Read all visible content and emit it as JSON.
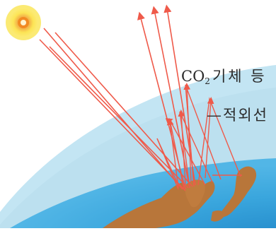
{
  "labels": {
    "gas": {
      "prefix": "CO",
      "subscript": "2",
      "suffix": "기체  등"
    },
    "infrared": "—적외선"
  },
  "colors": {
    "sky": "#ffffff",
    "atmosphere": "#bfe3f2",
    "atmosphere_edge": "#a9d8ec",
    "ocean": "#2f9fd9",
    "land": "#b8763a",
    "ray": "#ef5a4a",
    "sun_core": "#f08a1c",
    "sun_glow": "#fde04a"
  },
  "icons": {
    "sun": "sun-icon",
    "earth": "earth-globe"
  }
}
